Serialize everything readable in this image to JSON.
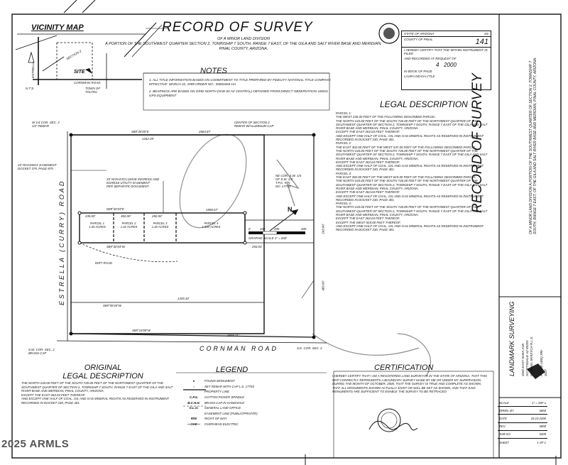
{
  "header": {
    "title": "RECORD OF SURVEY",
    "subtitle": "OF A MINOR LAND DIVISION\nA PORTION OF THE SOUTHWEST QUARTER SECTION 2, TOWNSHIP 7 SOUTH, RANGE 7 EAST, OF THE GILA AND SALT RIVER BASE AND MERIDIAN, PINAL COUNTY, ARIZONA."
  },
  "vicinity_map": {
    "title": "VICINITY MAP",
    "site_label": "SITE",
    "section_label": "SECTION 2",
    "roads": [
      "ESTRELLA",
      "CORNMAN ROAD"
    ],
    "north_label": "N.T.S.",
    "town_label": "TOWN OF TOLTEC"
  },
  "notes": {
    "title": "NOTES",
    "items": [
      "1. ALL TITLE INFORMATION BASED ON COMMITMENT TO TITLE PREPARED BY FIDELITY NATIONAL TITLE COMPANY, EFFECTIVE: MARCH 22, 1999 ORDER NO.: 30001694-HA",
      "2. BEARINGS ARE BASED ON GRID NORTH (NAD 83 AZ CENTRAL) OBTAINED FROM DIRECT OBSERVATION USING GPS EQUIPMENT"
    ]
  },
  "recording_stamp": {
    "state_label": "STATE OF ARIZONA",
    "county_label": "COUNTY OF PINAL",
    "ss": "SS",
    "number": "141",
    "lines": [
      "I HEREBY CERTIFY THAT THE WITHIN INSTRUMENT IS FILED",
      "AND RECORDED AT REQUEST OF",
      "4",
      "2000",
      "IN BOOK OF PAGE",
      "LAURA DEAN-LYTLE"
    ]
  },
  "legal_description": {
    "title": "LEGAL DESCRIPTION",
    "text": "PARCEL 1:\nTHE WEST 235.00 FEET OF THE FOLLOWING DESCRIBED PARCEL:\nTHE NORTH 243.00 FEET OF THE SOUTH 726.00 FEET OF THE NORTHWEST QUARTER OF THE SOUTHWEST QUARTER OF SECTION 2, TOWNSHIP 7 SOUTH, RANGE 7 EAST OF THE GILA AND SALT RIVER BASE AND MERIDIAN, PINAL COUNTY, ARIZONA.\nEXCEPT THE EAST 263.04 FEET THEREOF.\nAND EXCEPT ONE HALF OF COAL, OIL AND GAS MINERAL RIGHTS AS RESERVED IN INSTRUMENT RECORDED IN DOCKET 230, PAGE 401.\nPARCEL 2:\nTHE EAST 302.00 FEET OF THE WEST 537.00 FEET OF THE FOLLOWING DESCRIBED PARCEL:\nTHE NORTH 243.00 FEET OF THE SOUTH 726.00 FEET OF THE NORTHWEST QUARTER OF THE SOUTHWEST QUARTER OF SECTION 2, TOWNSHIP 7 SOUTH, RANGE 7 EAST OF THE GILA AND SALT RIVER BASE AND MERIDIAN, PINAL COUNTY, ARIZONA.\nEXCEPT THE EAST 263.04 FEET THEREOF.\nAND EXCEPT ONE HALF OF COAL, OIL AND GAS MINERAL RIGHTS AS RESERVED IN INSTRUMENT RECORDED IN DOCKET 230, PAGE 401.\nPARCEL 3:\nTHE EAST 282.00 FEET OF THE WEST 819.00 FEET OF THE FOLLOWING DESCRIBED PARCEL:\nTHE NORTH 243.00 FEET OF THE SOUTH 726.00 FEET OF THE NORTHWEST QUARTER OF THE SOUTHWEST QUARTER OF SECTION 2, TOWNSHIP 7 SOUTH, RANGE 7 EAST OF THE GILA AND SALT RIVER BASE AND MERIDIAN, PINAL COUNTY, ARIZONA.\nEXCEPT THE EAST 263.04 FEET THEREOF.\nAND EXCEPT ONE HALF OF COAL, OIL AND GAS MINERAL RIGHTS AS RESERVED IN INSTRUMENT RECORDED IN DOCKET 230, PAGE 401.\nPARCEL 4:\nTHE NORTH 243.00 FEET OF THE SOUTH 726.00 FEET OF THE NORTHWEST QUARTER OF THE SOUTHWEST QUARTER OF SECTION 2, TOWNSHIP 7 SOUTH, RANGE 7 EAST OF THE GILA AND SALT RIVER BASE AND MERIDIAN, PINAL COUNTY, ARIZONA.\nEXCEPT THE EAST 263.04 FEET THEREOF.\nEXCEPT THE WEST 819.00 FEET THEREOF.\nAND EXCEPT ONE HALF OF COAL, OIL AND GAS MINERAL RIGHTS AS RESERVED IN INSTRUMENT RECORDED IN DOCKET 230, PAGE 401."
  },
  "original_legal": {
    "title_line1": "ORIGINAL",
    "title_line2": "LEGAL DESCRIPTION",
    "text": "THE NORTH 243.00 FEET OF THE SOUTH 726.00 FEET OF THE NORTHWEST QUARTER OF THE SOUTHWEST QUARTER OF SECTION 2, TOWNSHIP 7 SOUTH, RANGE 7 EAST OF THE GILA AND SALT RIVER BASE AND MERIDIAN, PINAL COUNTY, ARIZONA.\nEXCEPT THE EAST 263.04 FEET THEREOF.\nAND EXCEPT ONE HALF OF COAL, OIL AND GAS MINERAL RIGHTS AS RESERVED IN INSTRUMENT RECORDED IN DOCKET 230, PAGE 401."
  },
  "legend": {
    "title": "LEGEND",
    "items": [
      {
        "symbol": "●",
        "label": "FOUND MONUMENT"
      },
      {
        "symbol": "○",
        "label": "SET REBAR WITH CAP L.S. 17753"
      },
      {
        "symbol": "",
        "label": "PROPERTY LINE"
      },
      {
        "symbol": "C.P.S.",
        "label": "COTTON PICKER SPINDLE"
      },
      {
        "symbol": "B.C.H.H.",
        "label": "BRASS CAP IN HANDHOLE"
      },
      {
        "symbol": "G.L.O.",
        "label": "GENERAL LAND OFFICE"
      },
      {
        "symbol": "",
        "label": "EASEMENT LINE (PUBLIC/PRIVATE)"
      },
      {
        "symbol": "R/W",
        "label": "RIGHT OF WAY"
      },
      {
        "symbol": "—OHE—",
        "label": "OVERHEAD ELECTRIC"
      }
    ]
  },
  "certification": {
    "title": "CERTIFICATION",
    "text": "I HEREBY CERTIFY THAT I AM A REGISTERED LAND SURVEYOR IN THE STATE OF ARIZONA, THAT THIS MAP CORRECTLY REPRESENTS A BOUNDARY SURVEY MADE BY ME OR UNDER MY SUPERVISION DURING THE MONTH OF OCTOBER, 2000, THAT THE SURVEY IS TRUE AND COMPLETE AS SHOWN, THAT ALL MONUMENTS SHOWN ACTUALLY EXIST OR WILL BE SET AS SHOWN, AND THAT SAID MONUMENTS ARE SUFFICIENT TO ENABLE THE SURVEY TO BE RETRACED."
  },
  "side_panel": {
    "title": "RECORD OF SURVEY",
    "subtitle": "OF A MINOR LAND DIVISION A PORTION OF THE SOUTHWEST QUARTER OF SECTION 2, TOWNSHIP 7 SOUTH, RANGE 7 EAST, OF THE GILA AND SALT RIVER BASE AND MERIDIAN, PINAL COUNTY, ARIZONA.",
    "firm_name": "LANDMARK SURVEYING",
    "firm_info": "3260 EAST SHEA AVE.\nSCOTTSDALE AZ 85205\nMICHAEL SKRZYCH R.L.S.",
    "phone": "PHONE (480) 396-3227"
  },
  "title_block": {
    "rows": [
      {
        "label": "SCALE",
        "value": "1\" = 100' ±"
      },
      {
        "label": "DRWN. BY",
        "value": "MEB"
      },
      {
        "label": "DATE",
        "value": "10-23-2000"
      },
      {
        "label": "REV.",
        "value": "MEB"
      },
      {
        "label": "JOB NO.",
        "value": "5409"
      },
      {
        "label": "SHEET",
        "value": "1 OF 1"
      }
    ]
  },
  "plat": {
    "roads": {
      "west": "ESTRELLA (CURRY) ROAD",
      "south": "CORNMAN ROAD"
    },
    "parcels": [
      {
        "name": "PARCEL 1",
        "area": "1.04 ACRES"
      },
      {
        "name": "PARCEL 2",
        "area": "1.42 ACRES"
      },
      {
        "name": "PARCEL 3",
        "area": "1.40 ACRES"
      },
      {
        "name": "PARCEL 4",
        "area": "1.404 ACRES"
      }
    ],
    "labels": {
      "nw_corner": "W 1/4 COR. SEC. 2\n1/2\" REBAR",
      "center": "CENTER OF SECTION 2\nREBAR W/ALUMINUM CAP",
      "ne_cor": "NE COR. S.W. 1/4\nOF S.W. 1/4\nT.P.C. R/N\nNO. 17753",
      "sw_corner": "S.W. COR. SEC. 2\nBRASS CAP",
      "se_corner": "S.E. COR. SEC. 2",
      "easement_w": "33' ROADWAY EASEMENT\nDOCKET 375, PAGE 875",
      "easement_n": "33' NON-EXCLUSIVE INGRESS AND\nEGRESS UTILITY EASEMENT\nPER SEPARATE DOCUMENT",
      "dirt_road": "DIRT ROAD",
      "graphic_scale": "GRAPHIC SCALE 1\" = 200'",
      "scale_ticks": [
        "0",
        "100",
        "200",
        "400"
      ],
      "north": "N",
      "dim_top_brg": "S89°28'35\"E",
      "dim_top": "2664.87'",
      "dim_top2": "1342.29'",
      "dim_s": "S89°24'08\"W",
      "dim_s_len": "2646.11'",
      "dim_mid": "1345.32'",
      "dim_bot_brg": "S89°55'34\"W",
      "dim_parcels_n": "N89°30'34\"E",
      "dim_parcels_s": "S89°30'34\"W",
      "p1_n": "235.00'",
      "p2_n": "302.00'",
      "p3_n": "282.00'",
      "p4_n": "1998.57'",
      "p_s": "263.04'",
      "h_243": "243.00'",
      "h_483": "483.00'"
    }
  },
  "signature": "Michael Skrzych",
  "seal_text": "17753\nMICHAEL\nSKRZYCH",
  "watermark": "2025 ARMLS"
}
